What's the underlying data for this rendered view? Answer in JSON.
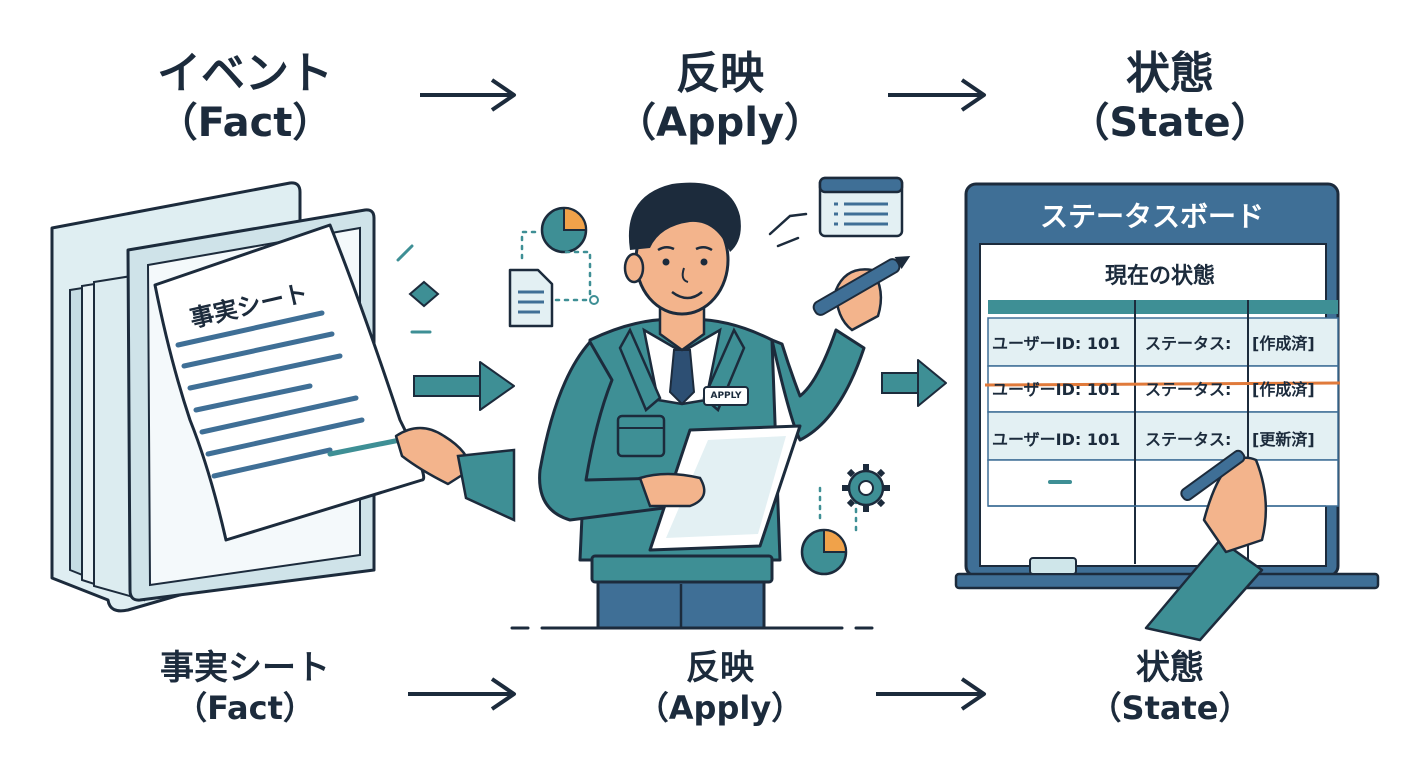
{
  "headers": {
    "fact": {
      "jp": "イベント",
      "en": "（Fact）"
    },
    "apply": {
      "jp": "反映",
      "en": "（Apply）"
    },
    "state": {
      "jp": "状態",
      "en": "（State）"
    }
  },
  "footers": {
    "fact": {
      "jp": "事実シート",
      "en": "（Fact）"
    },
    "apply": {
      "jp": "反映",
      "en": "（Apply）"
    },
    "state": {
      "jp": "状態",
      "en": "（State）"
    }
  },
  "document": {
    "title": "事実シート"
  },
  "person": {
    "badge": "APPLY"
  },
  "board": {
    "title": "ステータスボード",
    "subtitle": "現在の状態",
    "rows": [
      {
        "user": "ユーザーID: 101",
        "status_label": "ステータス:",
        "value": "[作成済]",
        "struck": false
      },
      {
        "user": "ユーザーID: 101",
        "status_label": "ステータス:",
        "value": "[作成済]",
        "struck": true
      },
      {
        "user": "ユーザーID: 101",
        "status_label": "ステータス:",
        "value": "[更新済]",
        "struck": false
      }
    ]
  },
  "colors": {
    "navy": "#1c2b3c",
    "teal": "#3e8f95",
    "light_teal": "#cfe6ea",
    "board_blue": "#3f6f96",
    "strike": "#e07a3b",
    "pie_orange": "#f0a24a"
  }
}
